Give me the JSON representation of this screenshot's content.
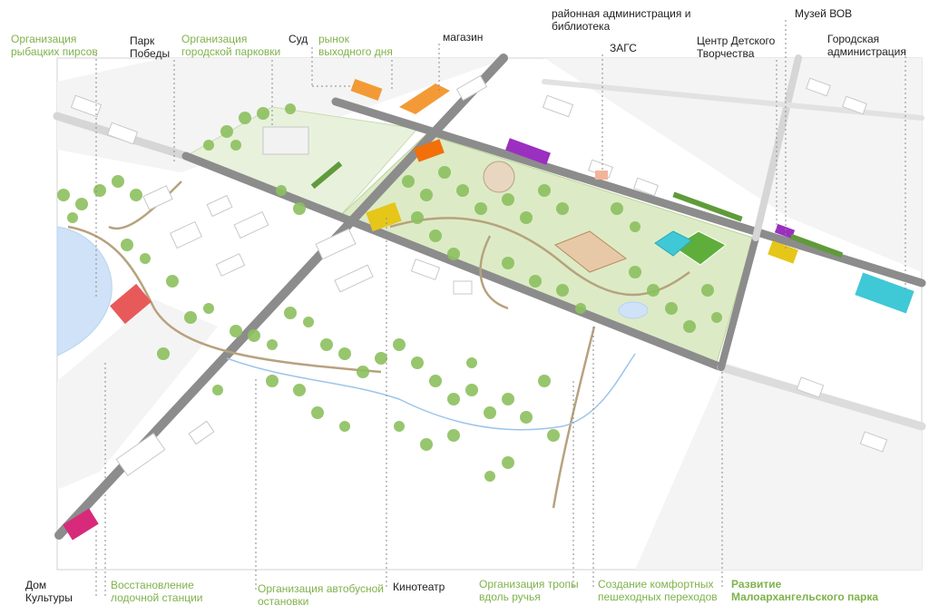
{
  "colors": {
    "park_green": "#dfeccd",
    "tree_green": "#7fb24c",
    "road_gray": "#8c8c8c",
    "water_blue": "#cfe2f7",
    "dark_text": "#1e1e1e",
    "label_green": "#7fb24c",
    "building_orange": "#f39a36",
    "building_pink": "#d82a7a",
    "building_purple": "#9b2fc0",
    "building_yellow": "#e6c619",
    "building_cyan": "#3fc8d6",
    "building_red": "#e85a5a"
  },
  "top_labels": [
    {
      "id": "org-piers",
      "lines": [
        "Организация",
        "рыбацких пирсов"
      ],
      "style": "green"
    },
    {
      "id": "park-pobedy",
      "lines": [
        "Парк",
        "Победы"
      ],
      "style": "dark"
    },
    {
      "id": "org-parking",
      "lines": [
        "Организация",
        "городской парковки"
      ],
      "style": "green"
    },
    {
      "id": "sud",
      "lines": [
        "Суд"
      ],
      "style": "dark"
    },
    {
      "id": "market",
      "lines": [
        "рынок",
        "выходного дня"
      ],
      "style": "green"
    },
    {
      "id": "magazin",
      "lines": [
        "магазин"
      ],
      "style": "dark"
    },
    {
      "id": "district-admin",
      "lines": [
        "районная администрация и",
        "библиотека"
      ],
      "style": "dark"
    },
    {
      "id": "zags",
      "lines": [
        "ЗАГС"
      ],
      "style": "dark"
    },
    {
      "id": "children-center",
      "lines": [
        "Центр Детского",
        "Творчества"
      ],
      "style": "dark"
    },
    {
      "id": "museum-vov",
      "lines": [
        "Музей ВОВ"
      ],
      "style": "dark"
    },
    {
      "id": "city-admin",
      "lines": [
        "Городская",
        "администрация"
      ],
      "style": "dark"
    }
  ],
  "bottom_labels": [
    {
      "id": "dom-kultury",
      "lines": [
        "Дом",
        "Культуры"
      ],
      "style": "dark"
    },
    {
      "id": "boat-station",
      "lines": [
        "Восстановление",
        "лодочной станции"
      ],
      "style": "green"
    },
    {
      "id": "bus-stop",
      "lines": [
        "Организация автобусной",
        "остановки"
      ],
      "style": "green"
    },
    {
      "id": "kinoteatr",
      "lines": [
        "Кинотеатр"
      ],
      "style": "dark"
    },
    {
      "id": "stream-trail",
      "lines": [
        "Организация тропы",
        "вдоль ручья"
      ],
      "style": "green"
    },
    {
      "id": "crossings",
      "lines": [
        "Создание комфортных",
        "пешеходных переходов"
      ],
      "style": "green"
    },
    {
      "id": "park-development",
      "lines": [
        "Развитие",
        "Малоархангельского парка"
      ],
      "style": "green-bold"
    }
  ]
}
